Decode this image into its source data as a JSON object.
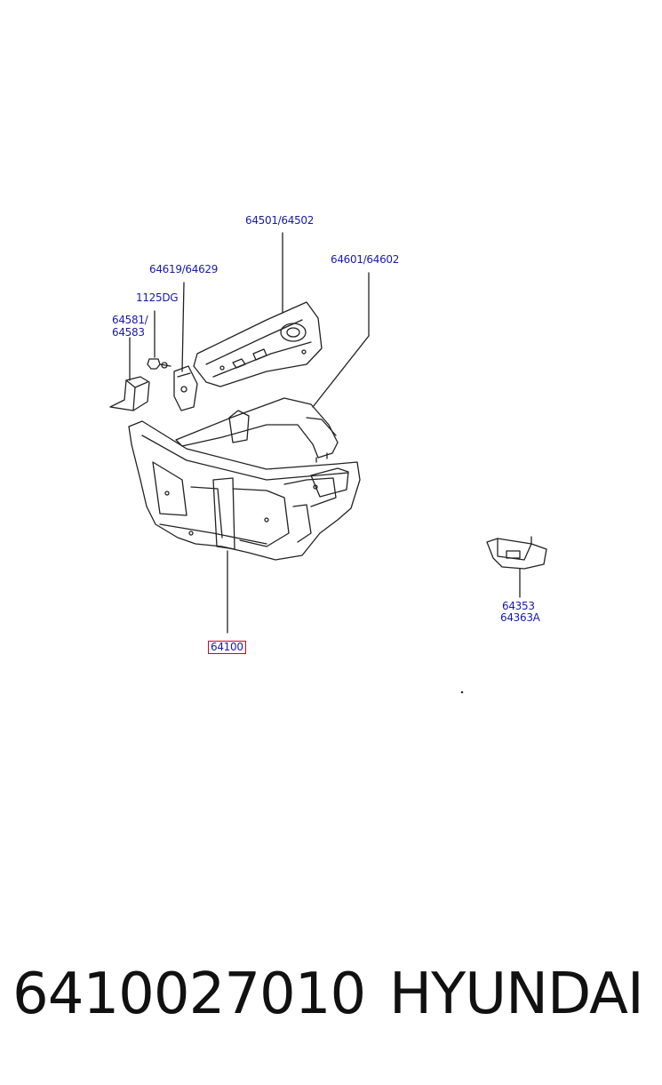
{
  "callouts": {
    "apron_upper": "64501/64502",
    "apron_member": "64601/64602",
    "bracket_mid": "64619/64629",
    "bolt": "1125DG",
    "bracket_left_a": "64581/",
    "bracket_left_b": "64583",
    "carrier": "64100",
    "stay_a": "64353",
    "stay_b": "64363A"
  },
  "footer": {
    "part_number": "6410027010",
    "brand": "HYUNDAI"
  },
  "colors": {
    "callout_text": "#1a1aa8",
    "highlight_border": "#e0001a",
    "line_art": "#222222"
  }
}
